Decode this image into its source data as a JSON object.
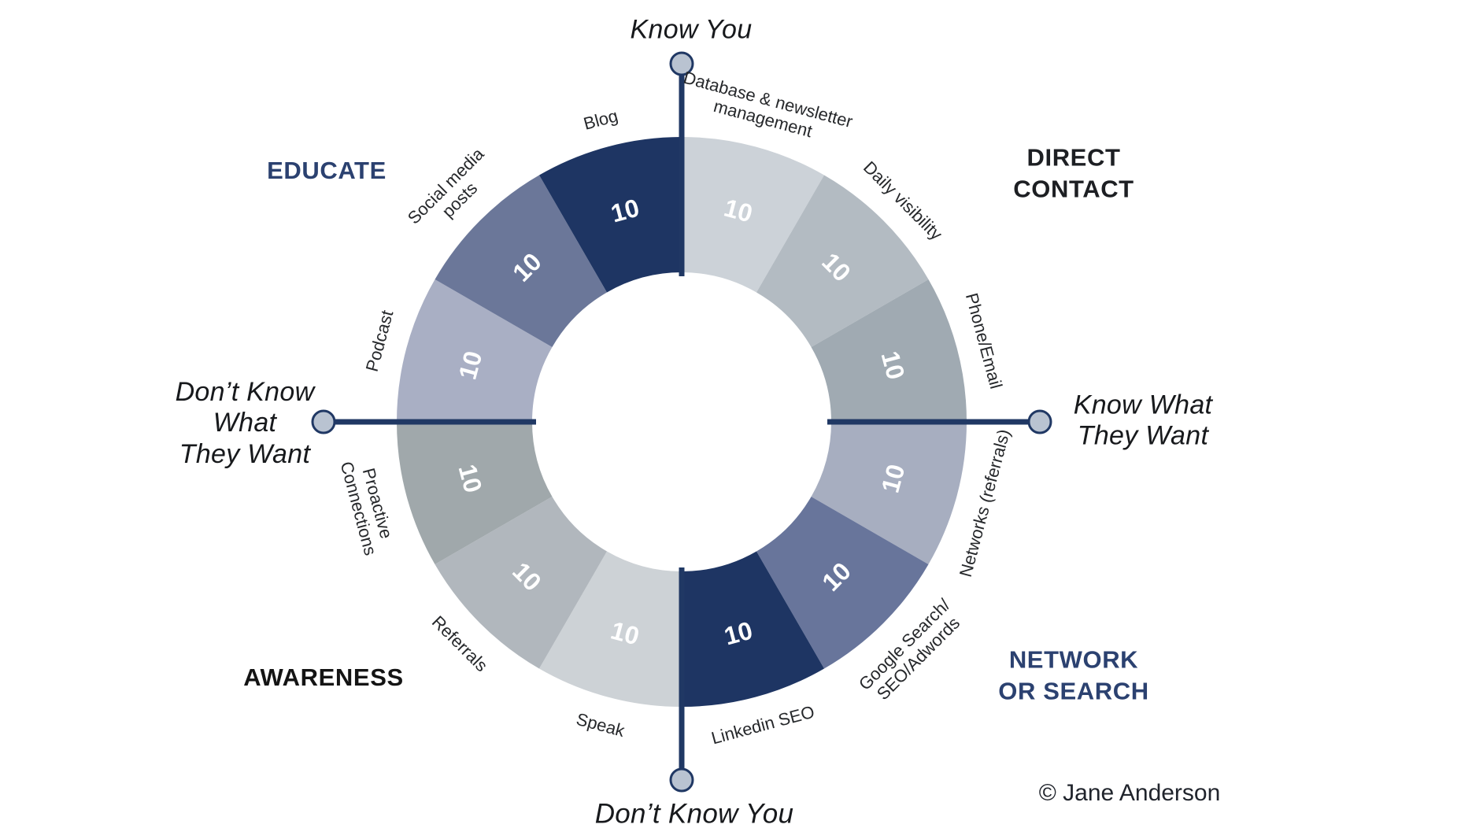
{
  "axes": {
    "top": "Know You",
    "bottom": "Don’t Know You",
    "left": "Don’t Know\nWhat\nThey Want",
    "right": "Know What\nThey Want"
  },
  "quadrants": {
    "educate": {
      "text": "EDUCATE",
      "color": "#2b4170"
    },
    "direct_contact": {
      "text": "DIRECT\nCONTACT",
      "color": "#1d1f23"
    },
    "awareness": {
      "text": "AWARENESS",
      "color": "#141414"
    },
    "network_or_search": {
      "text": "NETWORK\nOR SEARCH",
      "color": "#2b4170"
    }
  },
  "copyright": "© Jane Anderson",
  "chart_data": {
    "type": "pie",
    "subtype": "donut-wheel",
    "direction": "clockwise-from-top",
    "grid": false,
    "legend_position": "none",
    "value_label_color": "#ffffff",
    "axis_line_color": "#203864",
    "axis_dot_fill": "#b9c3d1",
    "segments": [
      {
        "id": "database-newsletter-management",
        "label": "Database & newsletter management",
        "label_lines": [
          "Database & newsletter",
          "management"
        ],
        "value": 10,
        "color": "#ccd2d8"
      },
      {
        "id": "daily-visibility",
        "label": "Daily visibility",
        "label_lines": [
          "Daily visibility"
        ],
        "value": 10,
        "color": "#b3bbc2"
      },
      {
        "id": "phone-email",
        "label": "Phone/Email",
        "label_lines": [
          "Phone/Email"
        ],
        "value": 10,
        "color": "#a0aab2"
      },
      {
        "id": "networks-referrals",
        "label": "Networks (referrals)",
        "label_lines": [
          "Networks (referrals)"
        ],
        "value": 10,
        "color": "#a7aec0"
      },
      {
        "id": "google-search-seo-adwords",
        "label": "Google Search/SEO/Adwords",
        "label_lines": [
          "Google Search/",
          "SEO/Adwords"
        ],
        "value": 10,
        "color": "#68759b"
      },
      {
        "id": "linkedin-seo",
        "label": "Linkedin SEO",
        "label_lines": [
          "Linkedin SEO"
        ],
        "value": 10,
        "color": "#1e3563"
      },
      {
        "id": "speak",
        "label": "Speak",
        "label_lines": [
          "Speak"
        ],
        "value": 10,
        "color": "#cdd2d6"
      },
      {
        "id": "referrals",
        "label": "Referrals",
        "label_lines": [
          "Referrals"
        ],
        "value": 10,
        "color": "#b1b7bd"
      },
      {
        "id": "proactive-connections",
        "label": "Proactive Connections",
        "label_lines": [
          "Proactive",
          "Connections"
        ],
        "value": 10,
        "color": "#a0a8ab"
      },
      {
        "id": "podcast",
        "label": "Podcast",
        "label_lines": [
          "Podcast"
        ],
        "value": 10,
        "color": "#a9afc4"
      },
      {
        "id": "social-media-posts",
        "label": "Social media posts",
        "label_lines": [
          "Social media",
          "posts"
        ],
        "value": 10,
        "color": "#6b7799"
      },
      {
        "id": "blog",
        "label": "Blog",
        "label_lines": [
          "Blog"
        ],
        "value": 10,
        "color": "#1e3563"
      }
    ]
  }
}
